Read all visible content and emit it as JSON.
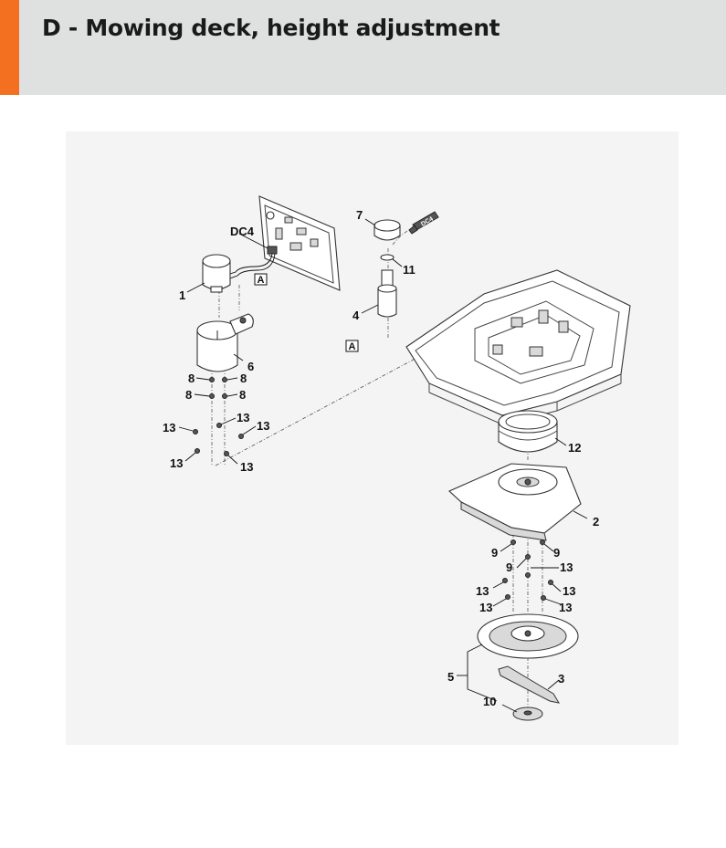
{
  "header": {
    "title": "D - Mowing deck, height adjustment",
    "accent_color": "#f37021",
    "background_color": "#dfe0e0"
  },
  "diagram": {
    "callouts": [
      "1",
      "2",
      "3",
      "4",
      "5",
      "6",
      "7",
      "8",
      "8",
      "8",
      "8",
      "9",
      "9",
      "9",
      "10",
      "11",
      "12",
      "13",
      "13",
      "13",
      "13",
      "13",
      "13",
      "13",
      "13",
      "13",
      "13",
      "DC4"
    ],
    "reference_label": "A",
    "tube_label": "DC4"
  }
}
